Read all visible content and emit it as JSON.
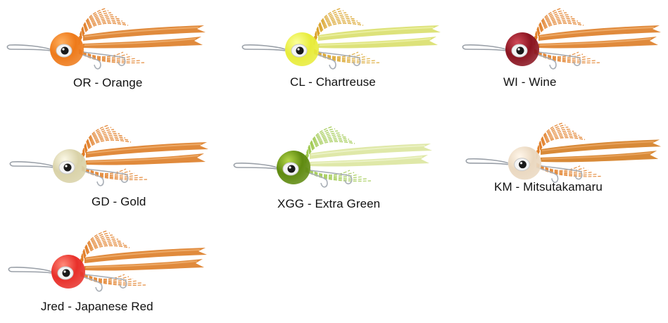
{
  "lures": [
    {
      "code": "OR",
      "caption": "OR - Orange",
      "head_color": "#ee7a1a",
      "head_highlight": "#ffb060",
      "skirt_color": "#e07a20",
      "tail_color": "#e08a3c",
      "tail_highlight": "#f0b070"
    },
    {
      "code": "CL",
      "caption": "CL - Chartreuse",
      "head_color": "#e8ec3a",
      "head_highlight": "#fbff9a",
      "skirt_color": "#d8a020",
      "tail_color": "#dde27a",
      "tail_highlight": "#eef2a8"
    },
    {
      "code": "WI",
      "caption": "WI - Wine",
      "head_color": "#8a1420",
      "head_highlight": "#d04a58",
      "skirt_color": "#e07a20",
      "tail_color": "#e08a3c",
      "tail_highlight": "#f0b070"
    },
    {
      "code": "GD",
      "caption": "GD - Gold",
      "head_color": "#d9d2a8",
      "head_highlight": "#fbf8e6",
      "skirt_color": "#e07a20",
      "tail_color": "#e08a3c",
      "tail_highlight": "#f0b070"
    },
    {
      "code": "XGG",
      "caption": "XGG - Extra Green",
      "head_color": "#5f8a10",
      "head_highlight": "#b6d84a",
      "skirt_color": "#9cc84a",
      "tail_color": "#dfe8a8",
      "tail_highlight": "#eef4cc"
    },
    {
      "code": "KM",
      "caption": "KM - Mitsutakamaru",
      "head_color": "#ead8c0",
      "head_highlight": "#fff6ea",
      "skirt_color": "#e07a20",
      "tail_color": "#d88a38",
      "tail_highlight": "#eca864"
    },
    {
      "code": "Jred",
      "caption": "Jred - Japanese Red",
      "head_color": "#e8302a",
      "head_highlight": "#ff8a7a",
      "skirt_color": "#e07a20",
      "tail_color": "#e08a3c",
      "tail_highlight": "#f0b070"
    }
  ]
}
